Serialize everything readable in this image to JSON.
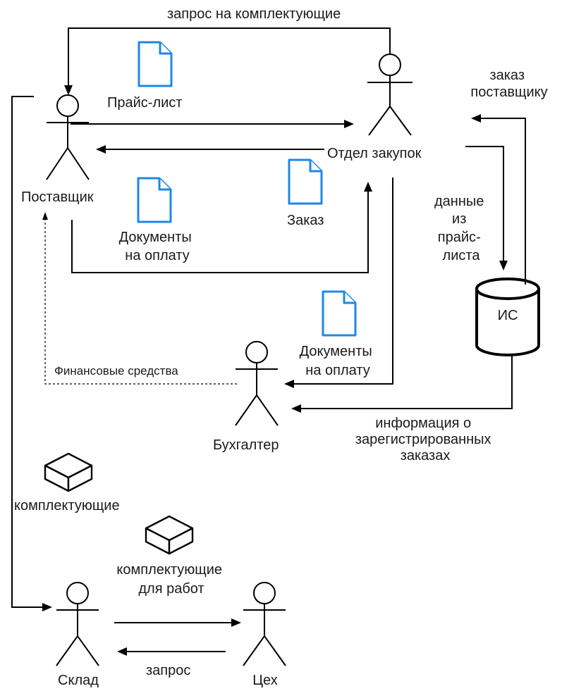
{
  "actors": {
    "supplier": "Поставщик",
    "purchasing": "Отдел закупок",
    "accountant": "Бухгалтер",
    "warehouse": "Склад",
    "workshop": "Цех"
  },
  "system": {
    "label": "ИС"
  },
  "flows": {
    "components_request": "запрос на комплектующие",
    "price_list": "Прайс-лист",
    "order": "Заказ",
    "payment_docs_1": [
      "Документы",
      "на оплату"
    ],
    "payment_docs_2": [
      "Документы",
      "на оплату"
    ],
    "supplier_order": [
      "заказ",
      "поставщику"
    ],
    "price_list_data": [
      "данные",
      "из",
      "прайс-",
      "листа"
    ],
    "funds": "Финансовые средства",
    "registered_orders_info": [
      "информация о",
      "зарегистрированных",
      "заказах"
    ],
    "components": "комплектующие",
    "work_components": [
      "комплектующие",
      "для работ"
    ],
    "request": "запрос"
  },
  "icons": {
    "document": "document-icon",
    "package": "package-box-icon"
  },
  "colors": {
    "document_stroke": "#1e88e5",
    "line": "#000000"
  }
}
